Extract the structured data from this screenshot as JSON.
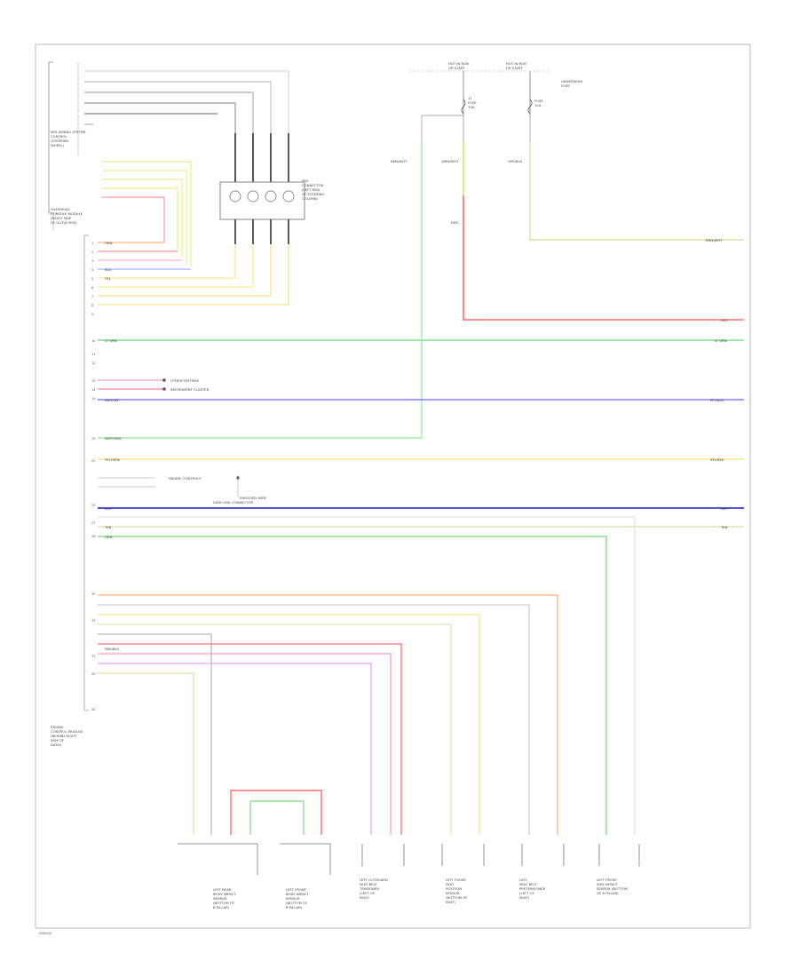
{
  "diagram": {
    "code": "H40043",
    "modules": {
      "top_left": [
        "SRS AIRBAG SYSTEM",
        "CONTROL",
        "(STEERING",
        "WHEEL)"
      ],
      "left_upper": [
        "OVERHEAD",
        "CONSOLE MODULE",
        "(RIGHT SIDE",
        "OF GLOVE BOX)"
      ],
      "left_lower": [
        "ENGINE",
        "CONTROL MODULE",
        "(BEHIND RIGHT",
        "SIDE OF",
        "DASH)"
      ],
      "clock_spring": [
        "SRS",
        "CONNECTOR",
        "(LEFT SIDE",
        "OF STEERING",
        "COLUMN)"
      ],
      "fuse_block_1": [
        "HOT IN RUN",
        "OR START"
      ],
      "fuse_block_2": [
        "HOT IN RUN",
        "OR START"
      ],
      "fuse_note": [
        "UNDERDASH",
        "FUSE"
      ],
      "fuse_1": [
        "11",
        "FUSE",
        "10A"
      ],
      "fuse_2": [
        "FUSE",
        "10A"
      ]
    },
    "notes": {
      "other_systems": "OTHER SYSTEMS",
      "instrument_cluster": "INSTRUMENT CLUSTER",
      "engine_controls": "ENGINE CONTROLS",
      "data_link": "DATA LINK CONNECTOR",
      "shielded": "SHIELDED WIRE"
    },
    "wire_labels": {
      "orn_top": "ORN",
      "blu_top": "BLU",
      "yel_top": "YEL",
      "red": "RED",
      "lt_grn": "LT GRN",
      "brn_yel": "BRN/YEL",
      "wht_grn": "WHT/GRN",
      "brn_wht_1": "BRN/WHT",
      "brn_wht_2": "BRN/WHT",
      "gry_blk": "GRY/BLK",
      "ylw_grn": "YEL/GRN",
      "blu": "BLU",
      "grn": "GRN",
      "tan": "TAN",
      "pink_blu": "PNK/BLU"
    },
    "right_wire_labels": [
      "BRN/WHT",
      "RED",
      "LT GRN",
      "PPL/BLU",
      "YEL/BLK",
      "BLU",
      "TAN"
    ],
    "sensors": [
      [
        "LEFT REAR",
        "BODY IMPACT",
        "SENSOR",
        "(BOTTOM OF",
        "B PILLAR)"
      ],
      [
        "LEFT FRONT",
        "BODY IMPACT",
        "SENSOR",
        "(BOTTOM OF",
        "B PILLAR)"
      ],
      [
        "LEFT OUTBOARD",
        "SEAT BELT",
        "TENSIONER",
        "(LEFT OF",
        "SEAT)"
      ],
      [
        "LEFT FRONT",
        "SEAT",
        "POSITION",
        "SENSOR",
        "(BOTTOM OF",
        "SEAT)"
      ],
      [
        "LEFT",
        "SEAT BELT",
        "PRETENSIONER",
        "(LEFT OF",
        "SEAT)"
      ],
      [
        "LEFT FRONT",
        "SIDE IMPACT",
        "SENSOR (BOTTOM",
        "OF B PILLAR)"
      ]
    ]
  }
}
